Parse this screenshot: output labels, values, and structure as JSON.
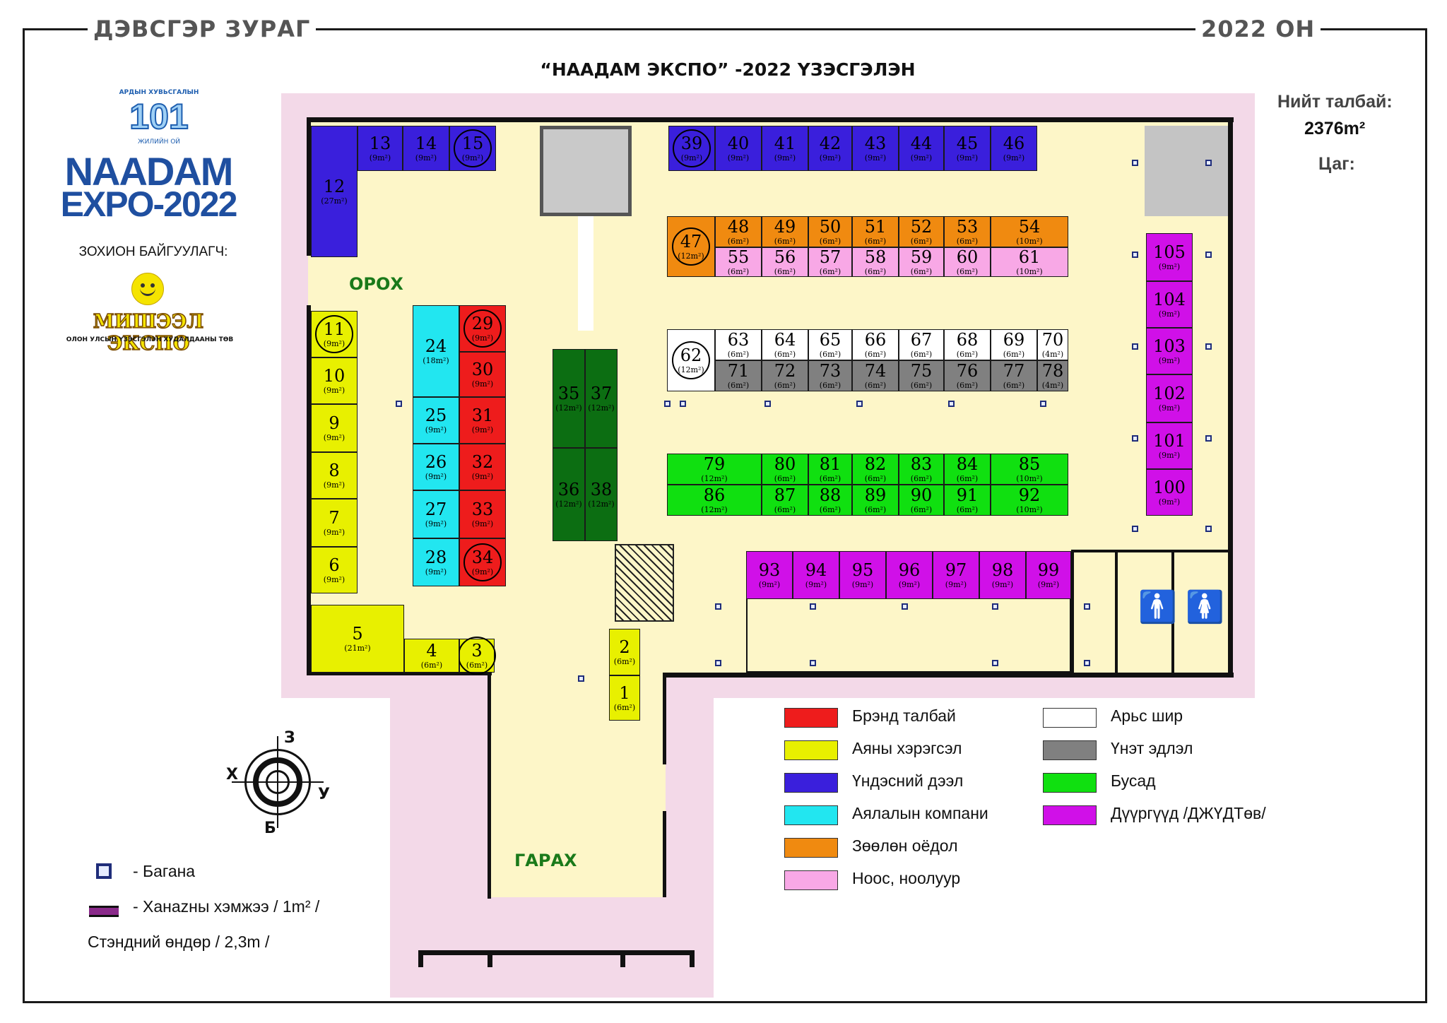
{
  "header": {
    "left": "ДЭВСГЭР ЗУРАГ",
    "right": "2022 ОН",
    "title": "“НААДАМ ЭКСПО” -2022 ҮЗЭСГЭЛЭН"
  },
  "logo": {
    "top_small": "АРДЫН ХУВЬСГАЛЫН",
    "hundred": "101",
    "years": "ЖИЛИЙН ОЙ",
    "line1": "NAADAM",
    "line2": "EXPO-2022"
  },
  "organizer": {
    "label": "ЗОХИОН БАЙГУУЛАГЧ:",
    "name": "МИШЭЭЛ ЭКСПО",
    "subtitle": "ОЛОН УЛСЫН ҮЗЭСГЭЛЭН ХУДАЛДААНЫ ТӨВ"
  },
  "info": {
    "area_label": "Нийт талбай:",
    "area_value": "2376m²",
    "time_label": "Цаг:"
  },
  "labels": {
    "entrance": "ОРОХ",
    "exit": "ГАРАХ"
  },
  "compass": {
    "n": "З",
    "w": "Х",
    "e": "У",
    "s": "Б"
  },
  "notes": {
    "pillar": "- Багана",
    "wall": "- Ханаzны хэмжээ / 1m² /",
    "height": "Стэндний өндөр / 2,3m /"
  },
  "colors": {
    "brand": "#ee1c1c",
    "travel": "#e8f000",
    "national": "#3a1fdc",
    "tour": "#22e6f0",
    "art": "#f08a10",
    "wool": "#f8a8e6",
    "leather": "#ffffff",
    "valuable": "#808080",
    "other": "#10e010",
    "districts": "#d010e8",
    "green_dark": "#0c6e12"
  },
  "legend": [
    {
      "label": "Брэнд талбай",
      "color": "#ee1c1c"
    },
    {
      "label": "Аяны хэрэгсэл",
      "color": "#e8f000"
    },
    {
      "label": "Үндэсний дээл",
      "color": "#3a1fdc"
    },
    {
      "label": "Аялалын компани",
      "color": "#22e6f0"
    },
    {
      "label": "Зөөлөн оёдол",
      "color": "#f08a10"
    },
    {
      "label": "Ноос, ноолуур",
      "color": "#f8a8e6"
    },
    {
      "label": "Арьс шир",
      "color": "#ffffff"
    },
    {
      "label": "Үнэт эдлэл",
      "color": "#808080"
    },
    {
      "label": "Бусад",
      "color": "#10e010"
    },
    {
      "label": "Дүүргүүд /ДЖҮДТөв/",
      "color": "#d010e8"
    }
  ],
  "booths": [
    {
      "n": "1",
      "a": "(6m²)",
      "c": "#e8f000"
    },
    {
      "n": "2",
      "a": "(6m²)",
      "c": "#e8f000"
    },
    {
      "n": "3",
      "a": "(6m²)",
      "c": "#e8f000"
    },
    {
      "n": "4",
      "a": "(6m²)",
      "c": "#e8f000"
    },
    {
      "n": "5",
      "a": "(21m²)",
      "c": "#e8f000"
    },
    {
      "n": "6",
      "a": "(9m²)",
      "c": "#e8f000"
    },
    {
      "n": "7",
      "a": "(9m²)",
      "c": "#e8f000"
    },
    {
      "n": "8",
      "a": "(9m²)",
      "c": "#e8f000"
    },
    {
      "n": "9",
      "a": "(9m²)",
      "c": "#e8f000"
    },
    {
      "n": "10",
      "a": "(9m²)",
      "c": "#e8f000"
    },
    {
      "n": "11",
      "a": "(9m²)",
      "c": "#e8f000"
    },
    {
      "n": "12",
      "a": "(27m²)",
      "c": "#3a1fdc"
    },
    {
      "n": "13",
      "a": "(9m²)",
      "c": "#3a1fdc"
    },
    {
      "n": "14",
      "a": "(9m²)",
      "c": "#3a1fdc"
    },
    {
      "n": "15",
      "a": "(9m²)",
      "c": "#3a1fdc"
    },
    {
      "n": "24",
      "a": "(18m²)",
      "c": "#22e6f0"
    },
    {
      "n": "25",
      "a": "(9m²)",
      "c": "#22e6f0"
    },
    {
      "n": "26",
      "a": "(9m²)",
      "c": "#22e6f0"
    },
    {
      "n": "27",
      "a": "(9m²)",
      "c": "#22e6f0"
    },
    {
      "n": "28",
      "a": "(9m²)",
      "c": "#22e6f0"
    },
    {
      "n": "29",
      "a": "(9m²)",
      "c": "#ee1c1c"
    },
    {
      "n": "30",
      "a": "(9m²)",
      "c": "#ee1c1c"
    },
    {
      "n": "31",
      "a": "(9m²)",
      "c": "#ee1c1c"
    },
    {
      "n": "32",
      "a": "(9m²)",
      "c": "#ee1c1c"
    },
    {
      "n": "33",
      "a": "(9m²)",
      "c": "#ee1c1c"
    },
    {
      "n": "34",
      "a": "(9m²)",
      "c": "#ee1c1c"
    },
    {
      "n": "35",
      "a": "(12m²)",
      "c": "#0c6e12"
    },
    {
      "n": "36",
      "a": "(12m²)",
      "c": "#0c6e12"
    },
    {
      "n": "37",
      "a": "(12m²)",
      "c": "#0c6e12"
    },
    {
      "n": "38",
      "a": "(12m²)",
      "c": "#0c6e12"
    },
    {
      "n": "39",
      "a": "(9m²)",
      "c": "#3a1fdc"
    },
    {
      "n": "40",
      "a": "(9m²)",
      "c": "#3a1fdc"
    },
    {
      "n": "41",
      "a": "(9m²)",
      "c": "#3a1fdc"
    },
    {
      "n": "42",
      "a": "(9m²)",
      "c": "#3a1fdc"
    },
    {
      "n": "43",
      "a": "(9m²)",
      "c": "#3a1fdc"
    },
    {
      "n": "44",
      "a": "(9m²)",
      "c": "#3a1fdc"
    },
    {
      "n": "45",
      "a": "(9m²)",
      "c": "#3a1fdc"
    },
    {
      "n": "46",
      "a": "(9m²)",
      "c": "#3a1fdc"
    },
    {
      "n": "47",
      "a": "(12m²)",
      "c": "#f08a10"
    },
    {
      "n": "48",
      "a": "(6m²)",
      "c": "#f08a10"
    },
    {
      "n": "49",
      "a": "(6m²)",
      "c": "#f08a10"
    },
    {
      "n": "50",
      "a": "(6m²)",
      "c": "#f08a10"
    },
    {
      "n": "51",
      "a": "(6m²)",
      "c": "#f08a10"
    },
    {
      "n": "52",
      "a": "(6m²)",
      "c": "#f08a10"
    },
    {
      "n": "53",
      "a": "(6m²)",
      "c": "#f08a10"
    },
    {
      "n": "54",
      "a": "(10m²)",
      "c": "#f08a10"
    },
    {
      "n": "55",
      "a": "(6m²)",
      "c": "#f8a8e6"
    },
    {
      "n": "56",
      "a": "(6m²)",
      "c": "#f8a8e6"
    },
    {
      "n": "57",
      "a": "(6m²)",
      "c": "#f8a8e6"
    },
    {
      "n": "58",
      "a": "(6m²)",
      "c": "#f8a8e6"
    },
    {
      "n": "59",
      "a": "(6m²)",
      "c": "#f8a8e6"
    },
    {
      "n": "60",
      "a": "(6m²)",
      "c": "#f8a8e6"
    },
    {
      "n": "61",
      "a": "(10m²)",
      "c": "#f8a8e6"
    },
    {
      "n": "62",
      "a": "(12m²)",
      "c": "#ffffff"
    },
    {
      "n": "63",
      "a": "(6m²)",
      "c": "#ffffff"
    },
    {
      "n": "64",
      "a": "(6m²)",
      "c": "#ffffff"
    },
    {
      "n": "65",
      "a": "(6m²)",
      "c": "#ffffff"
    },
    {
      "n": "66",
      "a": "(6m²)",
      "c": "#ffffff"
    },
    {
      "n": "67",
      "a": "(6m²)",
      "c": "#ffffff"
    },
    {
      "n": "68",
      "a": "(6m²)",
      "c": "#ffffff"
    },
    {
      "n": "69",
      "a": "(6m²)",
      "c": "#ffffff"
    },
    {
      "n": "70",
      "a": "(4m²)",
      "c": "#ffffff"
    },
    {
      "n": "71",
      "a": "(6m²)",
      "c": "#808080"
    },
    {
      "n": "72",
      "a": "(6m²)",
      "c": "#808080"
    },
    {
      "n": "73",
      "a": "(6m²)",
      "c": "#808080"
    },
    {
      "n": "74",
      "a": "(6m²)",
      "c": "#808080"
    },
    {
      "n": "75",
      "a": "(6m²)",
      "c": "#808080"
    },
    {
      "n": "76",
      "a": "(6m²)",
      "c": "#808080"
    },
    {
      "n": "77",
      "a": "(6m²)",
      "c": "#808080"
    },
    {
      "n": "78",
      "a": "(4m²)",
      "c": "#808080"
    },
    {
      "n": "79",
      "a": "(12m²)",
      "c": "#10e010"
    },
    {
      "n": "80",
      "a": "(6m²)",
      "c": "#10e010"
    },
    {
      "n": "81",
      "a": "(6m²)",
      "c": "#10e010"
    },
    {
      "n": "82",
      "a": "(6m²)",
      "c": "#10e010"
    },
    {
      "n": "83",
      "a": "(6m²)",
      "c": "#10e010"
    },
    {
      "n": "84",
      "a": "(6m²)",
      "c": "#10e010"
    },
    {
      "n": "85",
      "a": "(10m²)",
      "c": "#10e010"
    },
    {
      "n": "86",
      "a": "(12m²)",
      "c": "#10e010"
    },
    {
      "n": "87",
      "a": "(6m²)",
      "c": "#10e010"
    },
    {
      "n": "88",
      "a": "(6m²)",
      "c": "#10e010"
    },
    {
      "n": "89",
      "a": "(6m²)",
      "c": "#10e010"
    },
    {
      "n": "90",
      "a": "(6m²)",
      "c": "#10e010"
    },
    {
      "n": "91",
      "a": "(6m²)",
      "c": "#10e010"
    },
    {
      "n": "92",
      "a": "(10m²)",
      "c": "#10e010"
    },
    {
      "n": "93",
      "a": "(9m²)",
      "c": "#d010e8"
    },
    {
      "n": "94",
      "a": "(9m²)",
      "c": "#d010e8"
    },
    {
      "n": "95",
      "a": "(9m²)",
      "c": "#d010e8"
    },
    {
      "n": "96",
      "a": "(9m²)",
      "c": "#d010e8"
    },
    {
      "n": "97",
      "a": "(9m²)",
      "c": "#d010e8"
    },
    {
      "n": "98",
      "a": "(9m²)",
      "c": "#d010e8"
    },
    {
      "n": "99",
      "a": "(9m²)",
      "c": "#d010e8"
    },
    {
      "n": "100",
      "a": "(9m²)",
      "c": "#d010e8"
    },
    {
      "n": "101",
      "a": "(9m²)",
      "c": "#d010e8"
    },
    {
      "n": "102",
      "a": "(9m²)",
      "c": "#d010e8"
    },
    {
      "n": "103",
      "a": "(9m²)",
      "c": "#d010e8"
    },
    {
      "n": "104",
      "a": "(9m²)",
      "c": "#d010e8"
    },
    {
      "n": "105",
      "a": "(9m²)",
      "c": "#d010e8"
    }
  ]
}
